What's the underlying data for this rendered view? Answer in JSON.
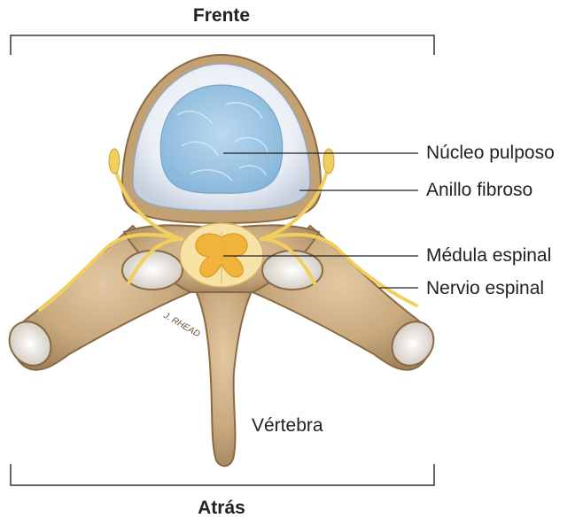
{
  "orientation": {
    "front": "Frente",
    "back": "Atrás"
  },
  "labels": {
    "nucleus_pulposus": "Núcleo pulposo",
    "annulus_fibrosus": "Anillo fibroso",
    "spinal_cord": "Médula espinal",
    "spinal_nerve": "Nervio espinal",
    "vertebra": "Vértebra"
  },
  "signature": "J. RHEAD",
  "colors": {
    "bone": "#c9a97e",
    "bone_dark": "#8a6a44",
    "disc_ring": "#e9eef6",
    "nucleus": "#9fc6e3",
    "nerve": "#f2cf5c",
    "cord": "#f7e3a6",
    "gray_matter": "#f2b33a",
    "text": "#222222",
    "leader": "#222222"
  }
}
